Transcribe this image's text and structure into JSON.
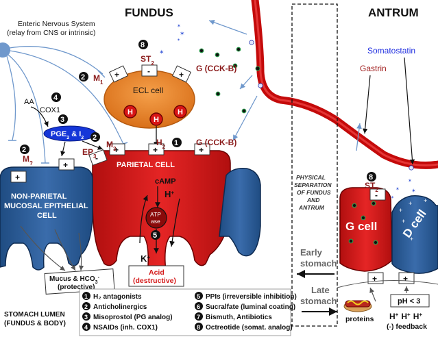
{
  "headers": {
    "fundus": "FUNDUS",
    "antrum": "ANTRUM"
  },
  "ens": {
    "line1": "Enteric Nervous System",
    "line2": "(relay from CNS or intrinsic)"
  },
  "cells": {
    "ecl": "ECL cell",
    "parietal": "PARIETAL CELL",
    "nonparietal": [
      "NON-PARIETAL",
      "MUCOSAL EPITHELIAL",
      "CELL"
    ],
    "g_cell": "G cell",
    "d_cell": "D cell"
  },
  "receptors": {
    "m1": "M",
    "m1_sub": "1",
    "m3": "M",
    "m3_sub": "3",
    "m_q": "M",
    "m_q_sub": "?",
    "st2_top": "ST",
    "st2_top_sub": "2",
    "st2_antrum": "ST",
    "st2_antrum_sub": "2",
    "gcckb_top": "G (CCK-B)",
    "gcckb_mid": "G (CCK-B)",
    "ep3": "EP",
    "ep3_sub": "3",
    "h2": "H",
    "h2_sub": "2"
  },
  "labels": {
    "aa": "AA",
    "cox1": "COX1",
    "pge2": "PGE",
    "pge2_sub": "2",
    "pge2_rest": " & I",
    "pge2_sub2": "2",
    "camp": "cAMP",
    "hplus": "H",
    "hplus_sup": "+",
    "kplus": "K",
    "kplus_sup": "+",
    "atpase": [
      "ATP",
      "ase"
    ],
    "acid": [
      "Acid",
      "(destructive)"
    ],
    "mucus": [
      "Mucus & HCO",
      "3",
      "-",
      "(protective)"
    ],
    "gastrin": "Gastrin",
    "somatostatin": "Somatostatin",
    "separation": [
      "PHYSICAL",
      "SEPARATION",
      "OF FUNDUS",
      "AND",
      "ANTRUM"
    ],
    "early_stomach": [
      "Early",
      "stomach"
    ],
    "late_stomach": [
      "Late",
      "stomach"
    ],
    "proteins": "proteins",
    "ph": "pH < 3",
    "feedback": "(-) feedback",
    "hhh": "H",
    "hhh_sup": "+",
    "lumen": [
      "STOMACH LUMEN",
      "(FUNDUS & BODY)"
    ],
    "histamine": "H",
    "plus": "+",
    "minus": "-"
  },
  "legend": {
    "left": [
      {
        "num": "1",
        "text": "H₂ antagonists"
      },
      {
        "num": "2",
        "text": "Anticholinergics"
      },
      {
        "num": "3",
        "text": "Misoprostol (PG analog)"
      },
      {
        "num": "4",
        "text": "NSAIDs (inh. COX1)"
      }
    ],
    "right": [
      {
        "num": "5",
        "text": "PPIs (irreversible inhibition)"
      },
      {
        "num": "6",
        "text": "Sucralfate (luminal coating)"
      },
      {
        "num": "7",
        "text": "Bismuth, Antibiotics"
      },
      {
        "num": "8",
        "text": "Octreotide (somat. analog)"
      }
    ]
  },
  "markers": {
    "n1": "1",
    "n2a": "2",
    "n2b": "2",
    "n2c": "2",
    "n3": "3",
    "n4": "4",
    "n5": "5",
    "n8a": "8",
    "n8b": "8"
  },
  "colors": {
    "blue_cell": "#2a5a94",
    "red_cell": "#d41a1a",
    "ecl": "#e8801c",
    "vessel": "#c40a0a",
    "ens_blue": "#6f98cc",
    "somatostatin_blue": "#1f2ee0",
    "gastrin_red": "#a01d1d",
    "pge_blue": "#1536d8"
  }
}
